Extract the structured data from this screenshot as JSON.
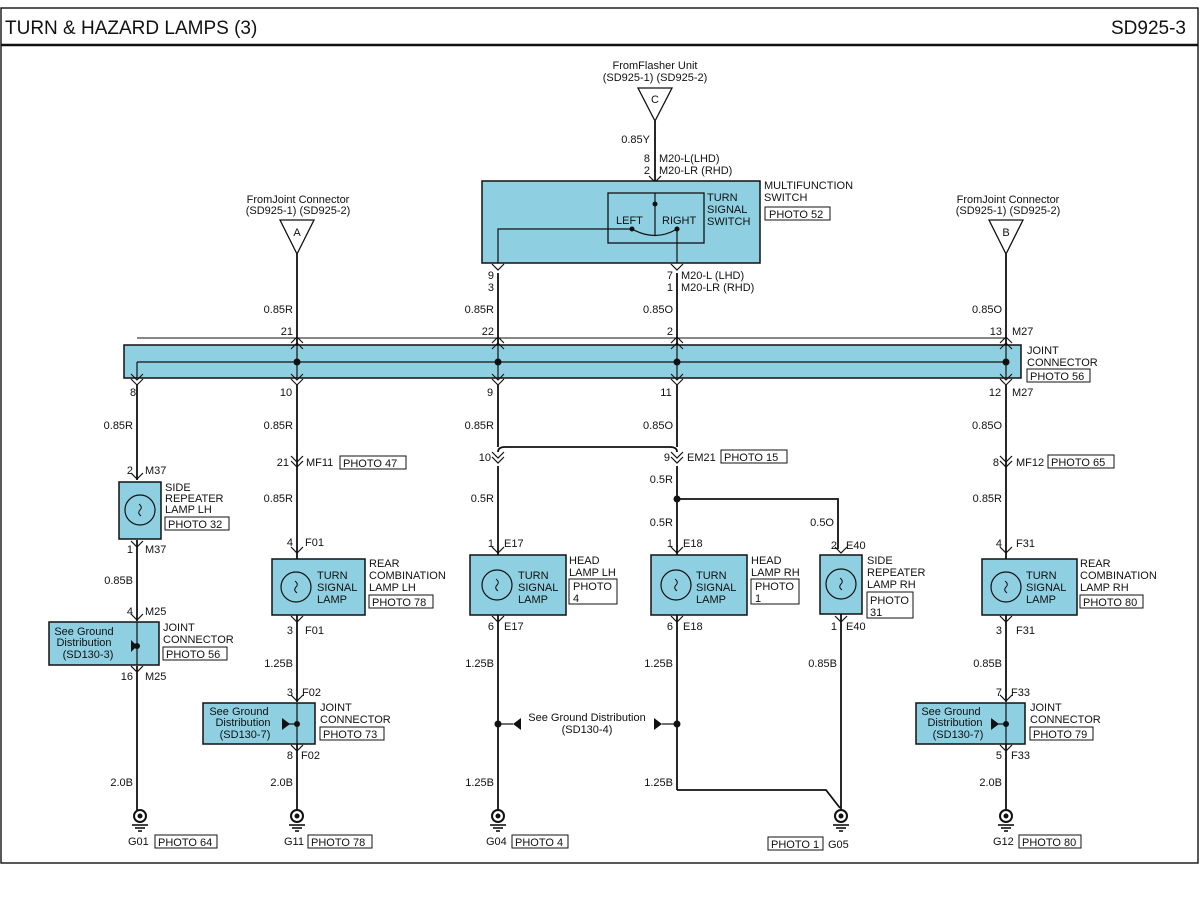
{
  "header": {
    "title": "TURN & HAZARD LAMPS (3)",
    "code": "SD925-3"
  },
  "colors": {
    "component_fill": "#8ed0e2",
    "wire": "#111111",
    "border": "#111111"
  },
  "flasher": {
    "from_line1": "FromFlasher Unit",
    "from_line2": "(SD925-1) (SD925-2)",
    "connector": "C",
    "wire": "0.85Y",
    "pin_top1": "8",
    "pin_top2": "2",
    "conn_top1": "M20-L(LHD)",
    "conn_top2": "M20-LR (RHD)"
  },
  "switch": {
    "name1": "MULTIFUNCTION",
    "name2": "SWITCH",
    "photo": "PHOTO 52",
    "inner1": "TURN",
    "inner2": "SIGNAL",
    "inner3": "SWITCH",
    "left": "LEFT",
    "right": "RIGHT",
    "pinL1": "9",
    "pinL2": "3",
    "pinR1": "7",
    "pinR2": "1",
    "connR1": "M20-L (LHD)",
    "connR2": "M20-LR (RHD)"
  },
  "from_a": {
    "line1": "FromJoint Connector",
    "line2": "(SD925-1) (SD925-2)",
    "connector": "A"
  },
  "from_b": {
    "line1": "FromJoint Connector",
    "line2": "(SD925-1) (SD925-2)",
    "connector": "B"
  },
  "jc_top": {
    "wires": [
      "0.85R",
      "0.85R",
      "0.85O",
      "0.85O"
    ],
    "pins": [
      "21",
      "22",
      "2",
      "13"
    ],
    "conn": "M27",
    "name1": "JOINT",
    "name2": "CONNECTOR",
    "photo": "PHOTO 56",
    "out_pins": [
      "8",
      "10",
      "9",
      "11",
      "12"
    ],
    "out_conn": "M27"
  },
  "col1": {
    "w1": "0.85R",
    "pin_a": "2",
    "conn_a": "M37",
    "lamp1": "SIDE",
    "lamp2": "REPEATER",
    "lamp3": "LAMP LH",
    "photo": "PHOTO 32",
    "pin_b": "1",
    "conn_b": "M37",
    "w2": "0.85B",
    "pin_c": "4",
    "conn_c": "M25",
    "jc1": "JOINT",
    "jc2": "CONNECTOR",
    "jc_photo": "PHOTO 56",
    "gd1": "See Ground",
    "gd2": "Distribution",
    "gd3": "(SD130-3)",
    "pin_d": "16",
    "conn_d": "M25",
    "w3": "2.0B",
    "ground": "G01",
    "ground_photo": "PHOTO 64"
  },
  "col2": {
    "w1": "0.85R",
    "pin_a": "21",
    "conn_a": "MF11",
    "photo_a": "PHOTO 47",
    "w2": "0.85R",
    "pin_b": "4",
    "conn_b": "F01",
    "l1": "TURN",
    "l2": "SIGNAL",
    "l3": "LAMP",
    "n1": "REAR",
    "n2": "COMBINATION",
    "n3": "LAMP LH",
    "photo": "PHOTO 78",
    "pin_c": "3",
    "conn_c": "F01",
    "w3": "1.25B",
    "pin_d": "3",
    "conn_d": "F02",
    "gd1": "See Ground",
    "gd2": "Distribution",
    "gd3": "(SD130-7)",
    "jc1": "JOINT",
    "jc2": "CONNECTOR",
    "jc_photo": "PHOTO 73",
    "pin_e": "8",
    "conn_e": "F02",
    "w4": "2.0B",
    "ground": "G11",
    "ground_photo": "PHOTO 78"
  },
  "col3": {
    "w1": "0.85R",
    "pin_a": "10",
    "w2": "0.5R",
    "pin_b": "1",
    "conn_b": "E17",
    "l1": "TURN",
    "l2": "SIGNAL",
    "l3": "LAMP",
    "n1": "HEAD",
    "n2": "LAMP LH",
    "photo1": "PHOTO",
    "photo2": "4",
    "pin_c": "6",
    "conn_c": "E17",
    "w3": "1.25B",
    "w4": "1.25B",
    "ground": "G04",
    "ground_photo": "PHOTO 4"
  },
  "col4": {
    "w1": "0.85O",
    "pin_a": "9",
    "conn_a": "EM21",
    "photo_a": "PHOTO 15",
    "w2": "0.5R",
    "w3": "0.5R",
    "pin_b": "1",
    "conn_b": "E18",
    "l1": "TURN",
    "l2": "SIGNAL",
    "l3": "LAMP",
    "n1": "HEAD",
    "n2": "LAMP RH",
    "photo1": "PHOTO",
    "photo2": "1",
    "pin_c": "6",
    "conn_c": "E18",
    "w4": "1.25B",
    "w5": "1.25B"
  },
  "ground_mid": {
    "line1": "See Ground Distribution",
    "line2": "(SD130-4)"
  },
  "col5": {
    "w1": "0.5O",
    "pin_a": "2",
    "conn_a": "E40",
    "n1": "SIDE",
    "n2": "REPEATER",
    "n3": "LAMP RH",
    "photo1": "PHOTO",
    "photo2": "31",
    "pin_b": "1",
    "conn_b": "E40",
    "w2": "0.85B",
    "ground": "G05",
    "ground_photo": "PHOTO 1"
  },
  "col6": {
    "w1": "0.85O",
    "pin_a": "8",
    "conn_a": "MF12",
    "photo_a": "PHOTO 65",
    "w2": "0.85R",
    "pin_b": "4",
    "conn_b": "F31",
    "l1": "TURN",
    "l2": "SIGNAL",
    "l3": "LAMP",
    "n1": "REAR",
    "n2": "COMBINATION",
    "n3": "LAMP RH",
    "photo": "PHOTO 80",
    "pin_c": "3",
    "conn_c": "F31",
    "w3": "0.85B",
    "pin_d": "7",
    "conn_d": "F33",
    "gd1": "See Ground",
    "gd2": "Distribution",
    "gd3": "(SD130-7)",
    "jc1": "JOINT",
    "jc2": "CONNECTOR",
    "jc_photo": "PHOTO 79",
    "pin_e": "5",
    "conn_e": "F33",
    "w4": "2.0B",
    "ground": "G12",
    "ground_photo": "PHOTO 80"
  }
}
